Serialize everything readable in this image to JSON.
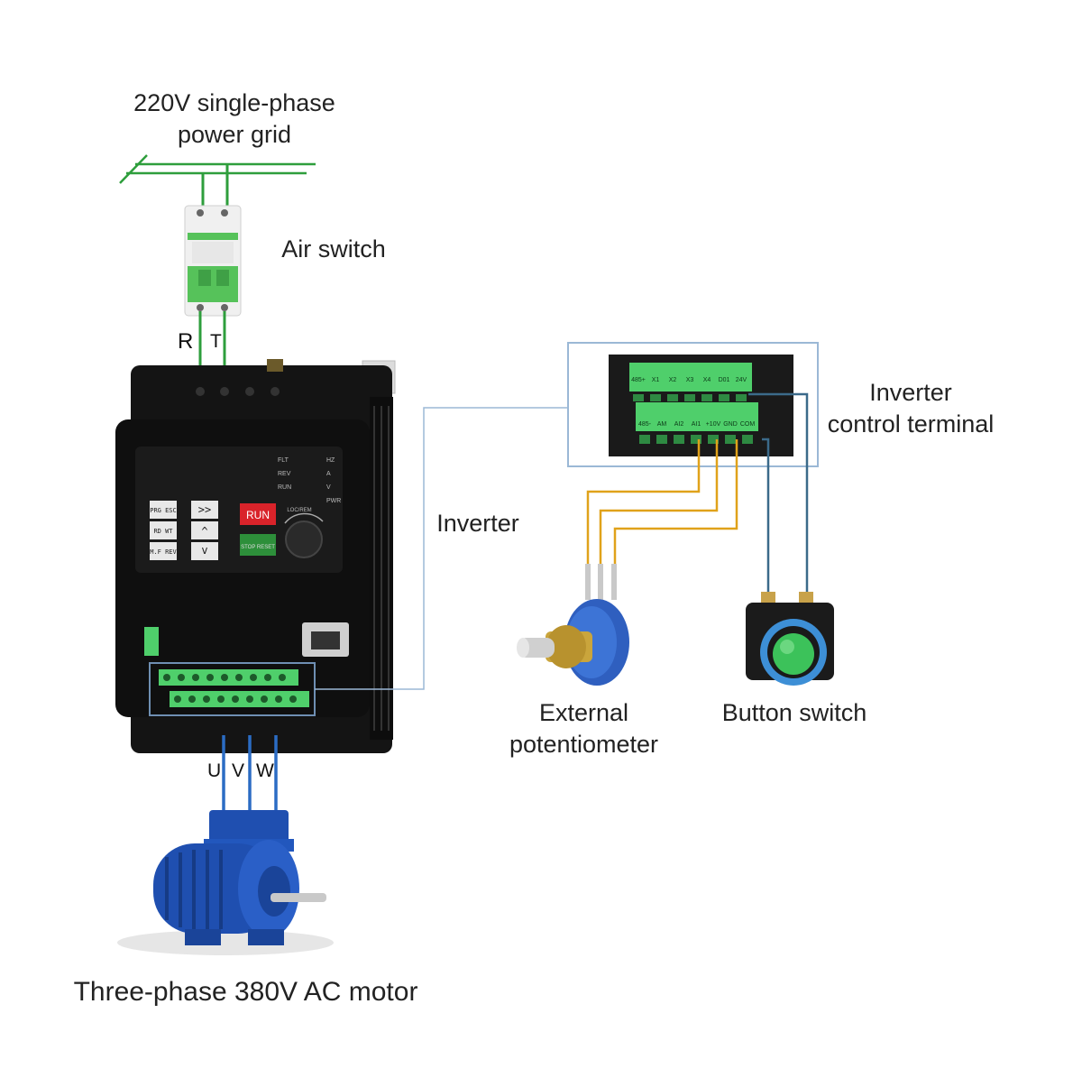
{
  "labels": {
    "grid_line1": "220V single-phase",
    "grid_line2": "power grid",
    "air_switch": "Air switch",
    "inverter": "Inverter",
    "control_terminal_line1": "Inverter",
    "control_terminal_line2": "control terminal",
    "pot_line1": "External",
    "pot_line2": "potentiometer",
    "button_switch": "Button switch",
    "motor": "Three-phase 380V AC motor"
  },
  "phases": {
    "r": "R",
    "t": "T",
    "u": "U",
    "v": "V",
    "w": "W"
  },
  "inverter_panel": {
    "indicators": [
      "FLT",
      "REV",
      "RUN"
    ],
    "units": [
      "HZ",
      "A",
      "V",
      "PWR"
    ],
    "keys": {
      "prg": "PRG ESC",
      "rd": "RD WT",
      "mf": "M.F REV",
      "shift": ">>",
      "up": "^",
      "down": "v"
    },
    "run": "RUN",
    "stop": "STOP RESET",
    "knob_label": "LOC/REM"
  },
  "terminals": {
    "top_row": [
      "485+",
      "X1",
      "X2",
      "X3",
      "X4",
      "D01",
      "24V"
    ],
    "bottom_row": [
      "485-",
      "AM",
      "AI2",
      "AI1",
      "+10V",
      "GND",
      "COM"
    ]
  },
  "colors": {
    "grid_wire": "#2e9e3c",
    "motor_wire": "#2b6cc4",
    "pot_wire": "#e0a21a",
    "button_wire": "#3b6a8a",
    "frame": "#9bb8d6",
    "terminal_green": "#4fcf6b",
    "inverter_body": "#141414",
    "motor_body": "#1f4fb0"
  }
}
